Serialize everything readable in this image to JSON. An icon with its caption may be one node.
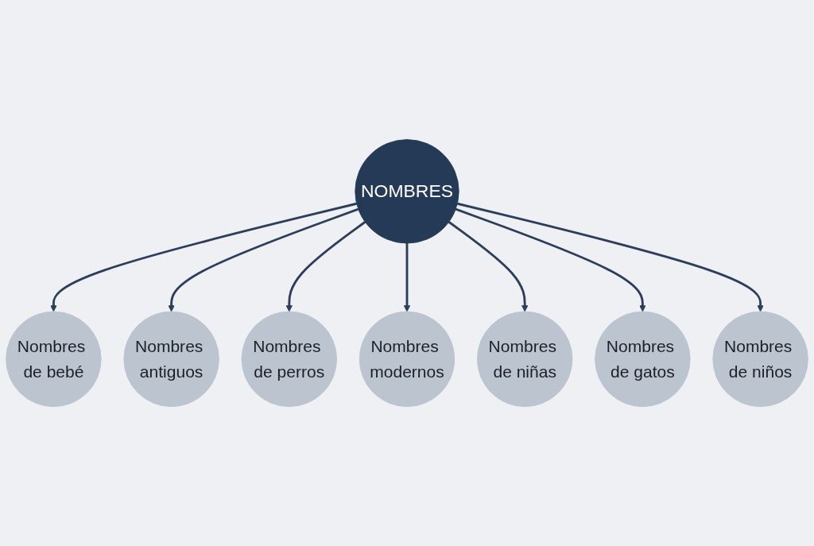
{
  "diagram": {
    "nodes": [
      {
        "text": [
          "NOMBRES"
        ]
      },
      {
        "text": [
          "Nombres de bebé"
        ]
      },
      {
        "text": [
          "Nombres antiguos"
        ]
      },
      {
        "text": [
          "Nombres de perros"
        ]
      },
      {
        "text": [
          "Nombres modernos"
        ]
      },
      {
        "text": [
          "Nombres de niñas"
        ]
      },
      {
        "text": [
          "Nombres de gatos"
        ]
      },
      {
        "text": [
          "Nombres de niños"
        ]
      }
    ],
    "edges": [
      {
        "from": 0,
        "to": 1,
        "arrow": "to"
      },
      {
        "from": 0,
        "to": 2,
        "arrow": "to"
      },
      {
        "from": 0,
        "to": 3,
        "arrow": "to"
      },
      {
        "from": 0,
        "to": 4,
        "arrow": "to"
      },
      {
        "from": 0,
        "to": 5,
        "arrow": "to"
      },
      {
        "from": 0,
        "to": 6,
        "arrow": "to"
      },
      {
        "from": 0,
        "to": 7,
        "arrow": "to"
      }
    ]
  }
}
